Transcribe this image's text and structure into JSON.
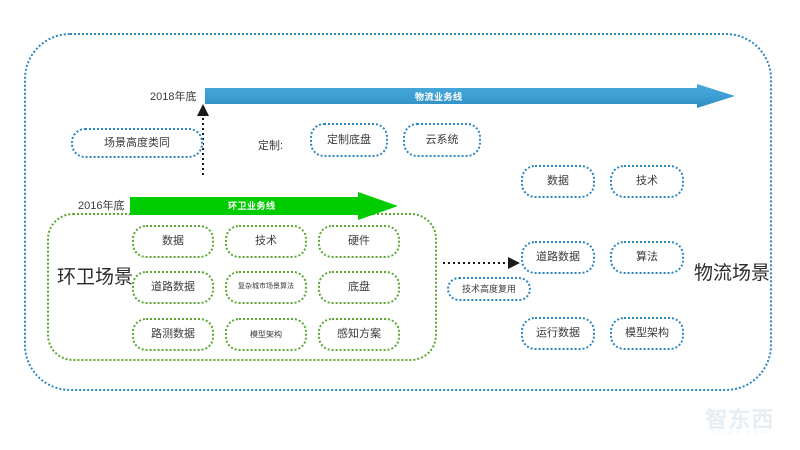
{
  "diagram": {
    "title_left": "环卫场景",
    "title_right": "物流场景",
    "timeline_top": "2018年底",
    "timeline_bottom": "2016年底",
    "custom_prefix": "定制:",
    "similarity_note": "场景高度类同",
    "reuse_note": "技术高度复用",
    "colors": {
      "blue": "#2e86c1",
      "blue_arrow": "#3d9fd3",
      "green": "#5aa832",
      "green_arrow": "#00d000",
      "text": "#3c3c3c"
    }
  },
  "arrows": {
    "logistics_line": "物流业务线",
    "sanitation_line": "环卫业务线"
  },
  "custom_boxes": [
    {
      "label": "定制底盘"
    },
    {
      "label": "云系统"
    }
  ],
  "sanitation_grid": [
    {
      "label": "数据",
      "size": "normal"
    },
    {
      "label": "技术",
      "size": "normal"
    },
    {
      "label": "硬件",
      "size": "normal"
    },
    {
      "label": "道路数据",
      "size": "normal"
    },
    {
      "label": "复杂城市场景算法",
      "size": "small"
    },
    {
      "label": "底盘",
      "size": "normal"
    },
    {
      "label": "路测数据",
      "size": "normal"
    },
    {
      "label": "模型架构",
      "size": "small"
    },
    {
      "label": "感知方案",
      "size": "normal"
    }
  ],
  "logistics_grid": [
    {
      "label": "数据"
    },
    {
      "label": "技术"
    },
    {
      "label": "道路数据"
    },
    {
      "label": "算法"
    },
    {
      "label": "运行数据"
    },
    {
      "label": "模型架构"
    }
  ],
  "watermark": {
    "brand": "智东西",
    "url": "zhidx.com"
  }
}
